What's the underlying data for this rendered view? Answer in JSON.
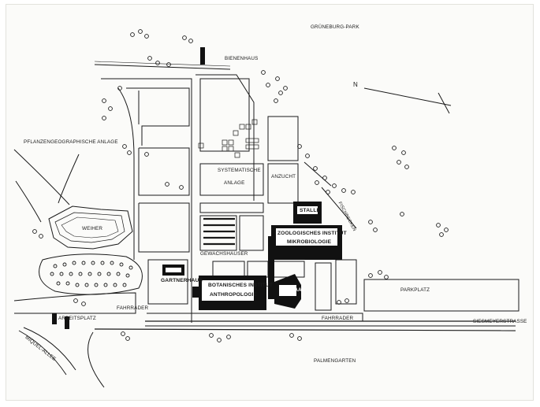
{
  "map": {
    "labels": {
      "grueneburg_park": "GRÜNEBURG-PARK",
      "bienenhaus": "BIENENHAUS",
      "pflanzengeographische_anlage": "PFLANZENGEOGRAPHISCHE ANLAGE",
      "systematische": "SYSTEMATISCHE",
      "anlage": "ANLAGE",
      "anzucht": "ANZUCHT",
      "weiher": "WEIHER",
      "stalle": "STALLE",
      "fischbecken": "FISCHBECKEN",
      "zoologisches_institut": "ZOOLOGISCHES INSTITUT",
      "mikrobiologie": "MIKROBIOLOGIE",
      "gewachshauser": "GEWACHSHAUSER",
      "gartnerhaus": "GARTNERHAUS",
      "botanisches_institut": "BOTANISCHES INSTITUT",
      "anthropologie": "ANTHROPOLOGIE",
      "horsaal": "HÖRSAAL",
      "parkplatz": "PARKPLATZ",
      "fahrrader_left": "FAHRRADER",
      "arbeitsplatz": "ARBEITSPLATZ",
      "fahrrader_right": "FAHRRADER",
      "siesmeyerstrasse": "SIESMEYERSTRASSE",
      "miquel_allee": "MIQUEL-ALLEE",
      "palmengarten": "PALMENGARTEN"
    },
    "north_arrow": "N",
    "colors": {
      "ink": "#1a1a1a",
      "paper": "#fbfbf9",
      "building": "#111111"
    }
  }
}
